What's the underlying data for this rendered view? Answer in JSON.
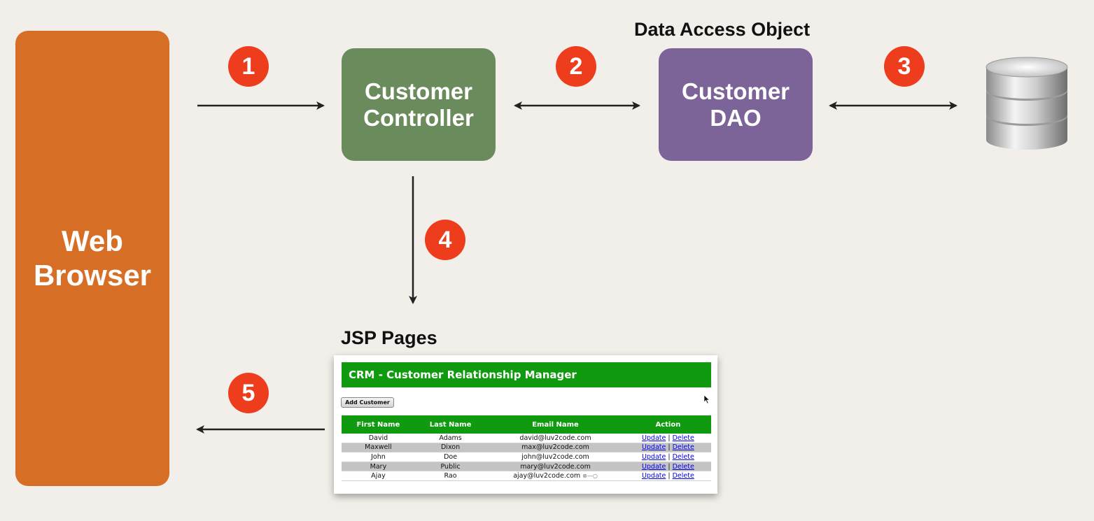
{
  "browser": {
    "line1": "Web",
    "line2": "Browser"
  },
  "controller": {
    "line1": "Customer",
    "line2": "Controller"
  },
  "dao": {
    "caption": "Data Access Object",
    "line1": "Customer",
    "line2": "DAO"
  },
  "database": {
    "icon": "database-icon"
  },
  "steps": [
    "1",
    "2",
    "3",
    "4",
    "5"
  ],
  "jsp": {
    "caption": "JSP Pages",
    "header": "CRM - Customer Relationship Manager",
    "add_button": "Add Customer",
    "columns": [
      "First Name",
      "Last Name",
      "Email Name",
      "Action"
    ],
    "rows": [
      {
        "first": "David",
        "last": "Adams",
        "email": "david@luv2code.com"
      },
      {
        "first": "Maxwell",
        "last": "Dixon",
        "email": "max@luv2code.com"
      },
      {
        "first": "John",
        "last": "Doe",
        "email": "john@luv2code.com"
      },
      {
        "first": "Mary",
        "last": "Public",
        "email": "mary@luv2code.com"
      },
      {
        "first": "Ajay",
        "last": "Rao",
        "email": "ajay@luv2code.com"
      }
    ],
    "update_label": "Update",
    "delete_label": "Delete",
    "separator": "|"
  },
  "colors": {
    "browser": "#d66f25",
    "controller": "#6a8b5c",
    "dao": "#7c6499",
    "badge": "#ee3d1d",
    "crm_green": "#0f9a0f"
  }
}
